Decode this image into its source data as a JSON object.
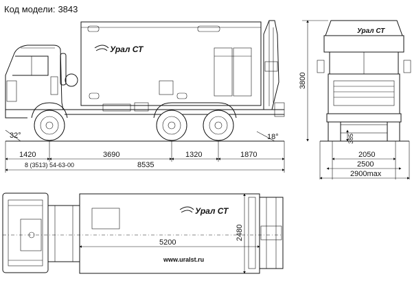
{
  "header": {
    "label": "Код модели:",
    "code": "3843"
  },
  "brand": {
    "name": "Урал СТ"
  },
  "website": "www.uralst.ru",
  "phone": "8 (3513) 54-63-00",
  "side_view": {
    "angle_front": "32°",
    "angle_rear": "18°",
    "dims": {
      "front_overhang": "1420",
      "wheelbase": "3690",
      "tandem": "1320",
      "rear_overhang": "1870",
      "overall_length": "8535"
    }
  },
  "front_view": {
    "height": "3800",
    "clearance": "385",
    "track": "2050",
    "width": "2500",
    "width_max": "2900max"
  },
  "top_view": {
    "body_length": "5200",
    "body_width": "2480"
  }
}
